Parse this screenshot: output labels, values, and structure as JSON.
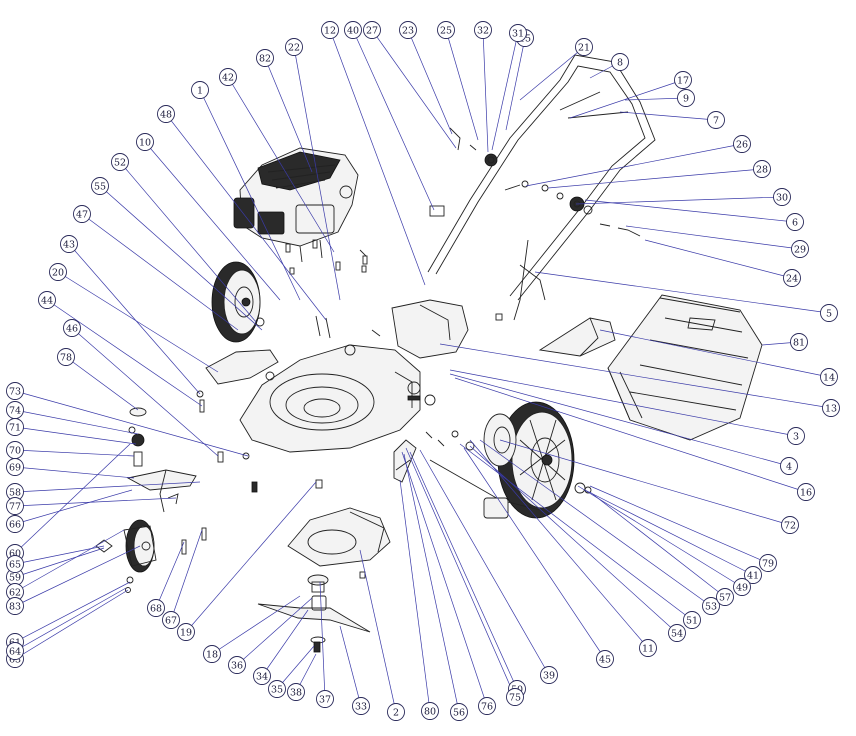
{
  "diagram": {
    "callouts": [
      {
        "id": "1",
        "label": "1"
      },
      {
        "id": "2",
        "label": "2"
      },
      {
        "id": "3",
        "label": "3"
      },
      {
        "id": "4",
        "label": "4"
      },
      {
        "id": "5",
        "label": "5"
      },
      {
        "id": "6",
        "label": "6"
      },
      {
        "id": "7",
        "label": "7"
      },
      {
        "id": "8",
        "label": "8"
      },
      {
        "id": "9",
        "label": "9"
      },
      {
        "id": "10",
        "label": "10"
      },
      {
        "id": "11",
        "label": "11"
      },
      {
        "id": "12",
        "label": "12"
      },
      {
        "id": "13",
        "label": "13"
      },
      {
        "id": "14",
        "label": "14"
      },
      {
        "id": "15",
        "label": "15"
      },
      {
        "id": "16",
        "label": "16"
      },
      {
        "id": "17",
        "label": "17"
      },
      {
        "id": "18",
        "label": "18"
      },
      {
        "id": "19",
        "label": "19"
      },
      {
        "id": "20",
        "label": "20"
      },
      {
        "id": "21",
        "label": "21"
      },
      {
        "id": "22",
        "label": "22"
      },
      {
        "id": "23",
        "label": "23"
      },
      {
        "id": "24",
        "label": "24"
      },
      {
        "id": "25",
        "label": "25"
      },
      {
        "id": "26",
        "label": "26"
      },
      {
        "id": "27",
        "label": "27"
      },
      {
        "id": "28",
        "label": "28"
      },
      {
        "id": "29",
        "label": "29"
      },
      {
        "id": "30",
        "label": "30"
      },
      {
        "id": "31",
        "label": "31"
      },
      {
        "id": "32",
        "label": "32"
      },
      {
        "id": "33",
        "label": "33"
      },
      {
        "id": "34",
        "label": "34"
      },
      {
        "id": "35",
        "label": "35"
      },
      {
        "id": "36",
        "label": "36"
      },
      {
        "id": "37",
        "label": "37"
      },
      {
        "id": "38",
        "label": "38"
      },
      {
        "id": "39",
        "label": "39"
      },
      {
        "id": "40",
        "label": "40"
      },
      {
        "id": "41",
        "label": "41"
      },
      {
        "id": "42",
        "label": "42"
      },
      {
        "id": "43",
        "label": "43"
      },
      {
        "id": "44",
        "label": "44"
      },
      {
        "id": "45",
        "label": "45"
      },
      {
        "id": "46",
        "label": "46"
      },
      {
        "id": "47",
        "label": "47"
      },
      {
        "id": "48",
        "label": "48"
      },
      {
        "id": "49",
        "label": "49"
      },
      {
        "id": "50",
        "label": "50"
      },
      {
        "id": "51",
        "label": "51"
      },
      {
        "id": "52",
        "label": "52"
      },
      {
        "id": "53",
        "label": "53"
      },
      {
        "id": "54",
        "label": "54"
      },
      {
        "id": "55",
        "label": "55"
      },
      {
        "id": "56",
        "label": "56"
      },
      {
        "id": "57",
        "label": "57"
      },
      {
        "id": "58",
        "label": "58"
      },
      {
        "id": "59",
        "label": "59"
      },
      {
        "id": "60",
        "label": "60"
      },
      {
        "id": "61",
        "label": "61"
      },
      {
        "id": "62",
        "label": "62"
      },
      {
        "id": "63",
        "label": "63"
      },
      {
        "id": "64",
        "label": "64"
      },
      {
        "id": "65",
        "label": "65"
      },
      {
        "id": "66",
        "label": "66"
      },
      {
        "id": "67",
        "label": "67"
      },
      {
        "id": "68",
        "label": "68"
      },
      {
        "id": "69",
        "label": "69"
      },
      {
        "id": "70",
        "label": "70"
      },
      {
        "id": "71",
        "label": "71"
      },
      {
        "id": "72",
        "label": "72"
      },
      {
        "id": "73",
        "label": "73"
      },
      {
        "id": "74",
        "label": "74"
      },
      {
        "id": "75",
        "label": "75"
      },
      {
        "id": "76",
        "label": "76"
      },
      {
        "id": "77",
        "label": "77"
      },
      {
        "id": "78",
        "label": "78"
      },
      {
        "id": "79",
        "label": "79"
      },
      {
        "id": "80",
        "label": "80"
      },
      {
        "id": "81",
        "label": "81"
      },
      {
        "id": "82",
        "label": "82"
      },
      {
        "id": "83",
        "label": "83"
      }
    ]
  }
}
